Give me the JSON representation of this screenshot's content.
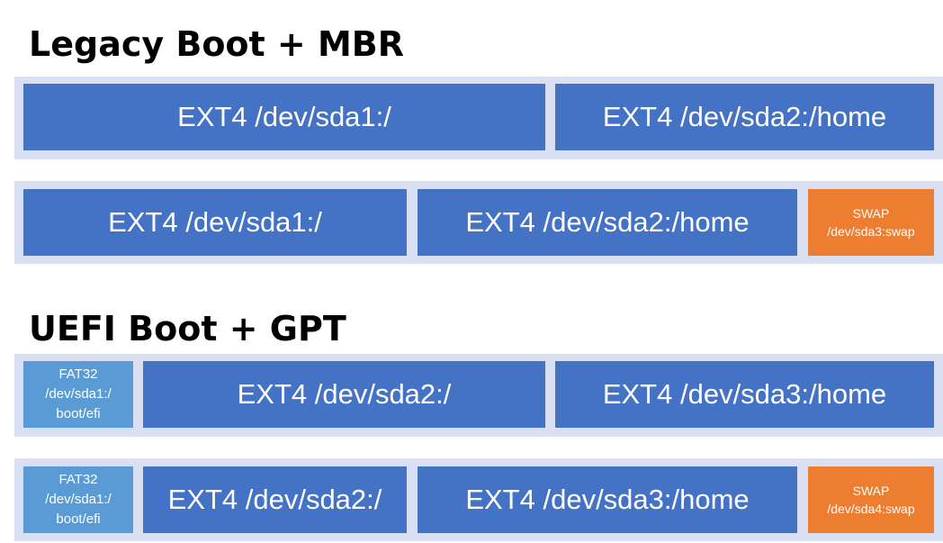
{
  "colors": {
    "ext4": "#4472c4",
    "fat32": "#5b9bd5",
    "swap": "#ed7d31",
    "bar_background": "#d9e0f3"
  },
  "sections": [
    {
      "title": "Legacy Boot + MBR",
      "layouts": [
        {
          "partitions": [
            {
              "type": "ext4",
              "lines": [
                "EXT4 /dev/sda1:/"
              ]
            },
            {
              "type": "ext4",
              "lines": [
                "EXT4 /dev/sda2:/home"
              ]
            }
          ]
        },
        {
          "partitions": [
            {
              "type": "ext4",
              "lines": [
                "EXT4 /dev/sda1:/"
              ]
            },
            {
              "type": "ext4",
              "lines": [
                "EXT4 /dev/sda2:/home"
              ]
            },
            {
              "type": "swap",
              "lines": [
                "SWAP",
                "/dev/sda3:swap"
              ]
            }
          ]
        }
      ]
    },
    {
      "title": "UEFI Boot + GPT",
      "layouts": [
        {
          "partitions": [
            {
              "type": "fat32",
              "lines": [
                "FAT32",
                "/dev/sda1:/",
                "boot/efi"
              ]
            },
            {
              "type": "ext4",
              "lines": [
                "EXT4 /dev/sda2:/"
              ]
            },
            {
              "type": "ext4",
              "lines": [
                "EXT4 /dev/sda3:/home"
              ]
            }
          ]
        },
        {
          "partitions": [
            {
              "type": "fat32",
              "lines": [
                "FAT32",
                "/dev/sda1:/",
                "boot/efi"
              ]
            },
            {
              "type": "ext4",
              "lines": [
                "EXT4 /dev/sda2:/"
              ]
            },
            {
              "type": "ext4",
              "lines": [
                "EXT4 /dev/sda3:/home"
              ]
            },
            {
              "type": "swap",
              "lines": [
                "SWAP",
                "/dev/sda4:swap"
              ]
            }
          ]
        }
      ]
    }
  ]
}
